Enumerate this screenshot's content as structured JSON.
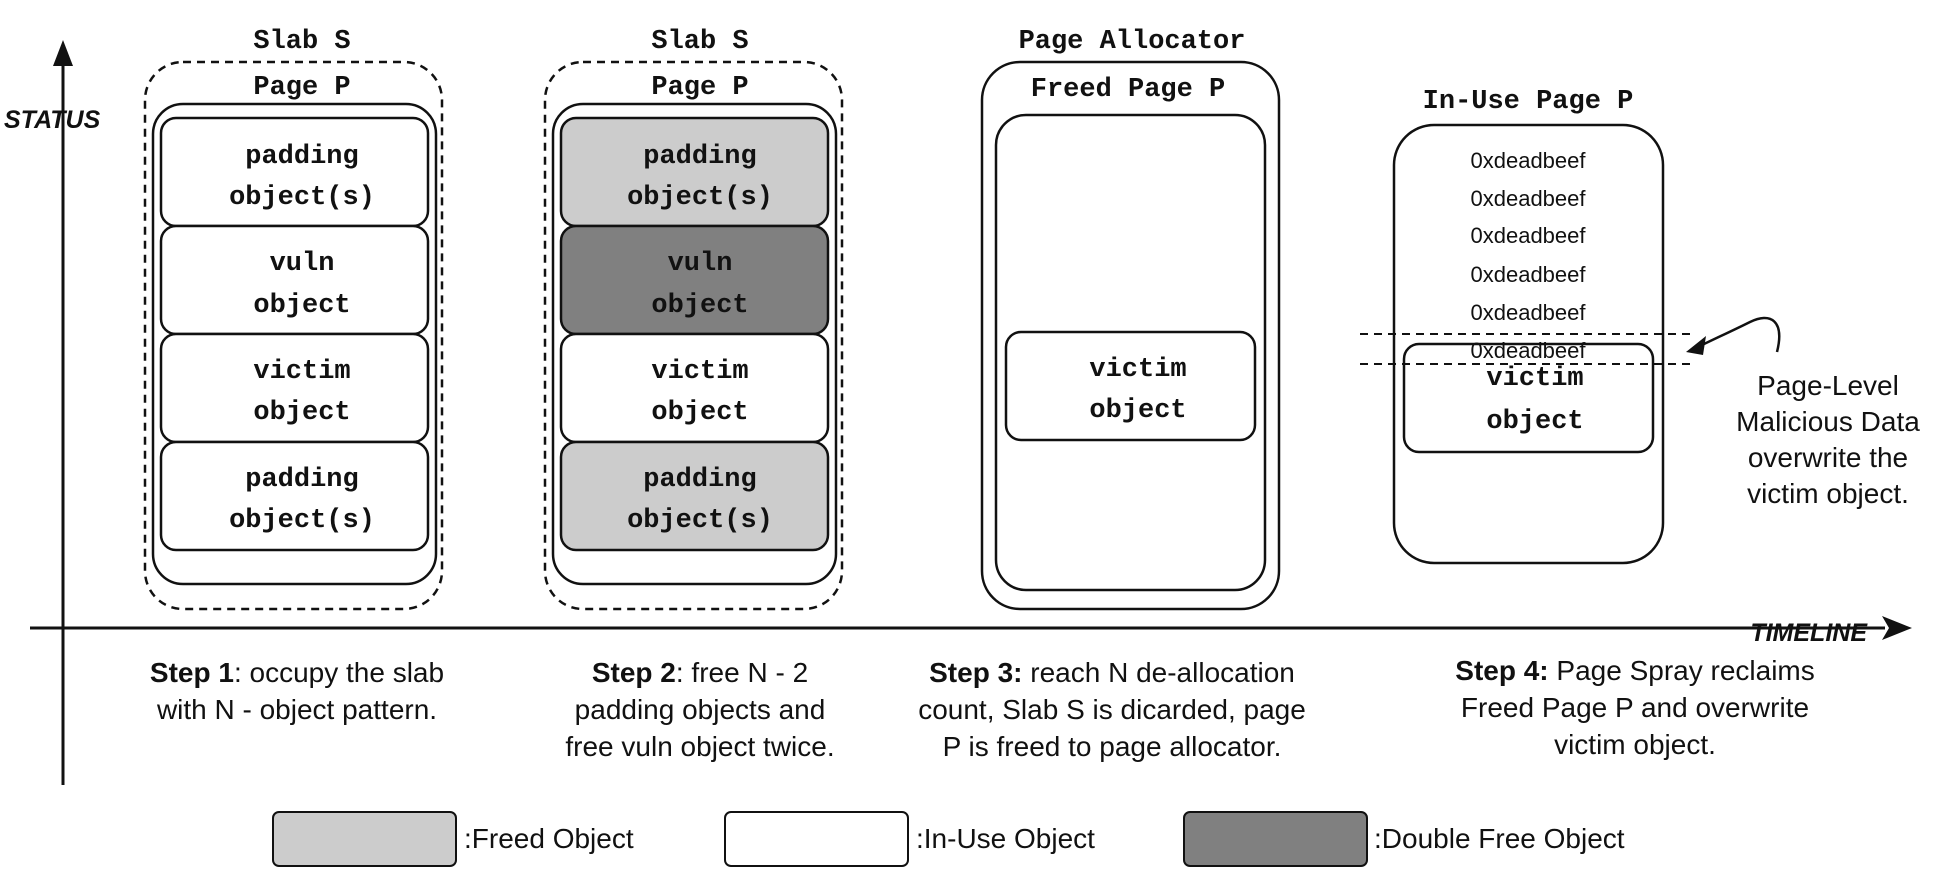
{
  "axes": {
    "y_label": "STATUS",
    "x_label": "TIMELINE"
  },
  "step1": {
    "slab_title": "Slab S",
    "page_title": "Page P",
    "objects": [
      {
        "line1": "padding",
        "line2": "object(s)",
        "state": "in-use"
      },
      {
        "line1": "vuln",
        "line2": "object",
        "state": "in-use"
      },
      {
        "line1": "victim",
        "line2": "object",
        "state": "in-use"
      },
      {
        "line1": "padding",
        "line2": "object(s)",
        "state": "in-use"
      }
    ],
    "caption_bold": "Step 1",
    "caption_line1": ": occupy the slab",
    "caption_line2": "with N - object pattern."
  },
  "step2": {
    "slab_title": "Slab S",
    "page_title": "Page P",
    "objects": [
      {
        "line1": "padding",
        "line2": "object(s)",
        "state": "freed"
      },
      {
        "line1": "vuln",
        "line2": "object",
        "state": "double-free"
      },
      {
        "line1": "victim",
        "line2": "object",
        "state": "in-use"
      },
      {
        "line1": "padding",
        "line2": "object(s)",
        "state": "freed"
      }
    ],
    "caption_bold": "Step 2",
    "caption_line1": ": free N - 2",
    "caption_line2": "padding objects and",
    "caption_line3": "free vuln object twice."
  },
  "step3": {
    "allocator_title": "Page Allocator",
    "page_title": "Freed Page P",
    "victim_line1": "victim",
    "victim_line2": "object",
    "caption_bold": "Step 3:",
    "caption_line1": " reach N de-allocation",
    "caption_line2": "count, Slab S is dicarded, page",
    "caption_line3": "P is freed to page allocator."
  },
  "step4": {
    "page_title": "In-Use Page P",
    "spray_values": [
      "0xdeadbeef",
      "0xdeadbeef",
      "0xdeadbeef",
      "0xdeadbeef",
      "0xdeadbeef",
      "0xdeadbeef"
    ],
    "victim_line1": "victim",
    "victim_line2": "object",
    "annotation": [
      "Page-Level",
      "Malicious Data",
      "overwrite the",
      "victim object."
    ],
    "caption_bold": "Step 4:",
    "caption_line1": " Page Spray reclaims",
    "caption_line2": "Freed Page P and overwrite",
    "caption_line3": "victim object."
  },
  "legend": [
    {
      "label": ":Freed Object",
      "color": "#cccccc"
    },
    {
      "label": ":In-Use Object",
      "color": "#ffffff"
    },
    {
      "label": ":Double Free Object",
      "color": "#808080"
    }
  ],
  "colors": {
    "freed": "#cccccc",
    "in_use": "#ffffff",
    "double_free": "#808080",
    "stroke": "#111111"
  }
}
